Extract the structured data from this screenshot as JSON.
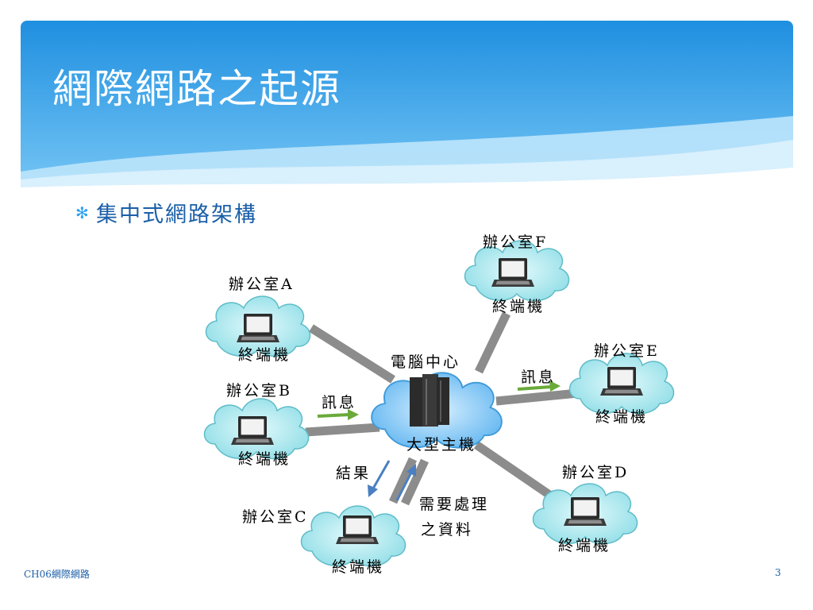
{
  "slide": {
    "title": "網際網路之起源",
    "bullet": "集中式網路架構"
  },
  "diagram": {
    "center": {
      "title": "電腦中心",
      "label": "大型主機"
    },
    "offices": {
      "A": {
        "name": "辦公室A",
        "terminal": "終端機"
      },
      "B": {
        "name": "辦公室B",
        "terminal": "終端機"
      },
      "C": {
        "name": "辦公室C",
        "terminal": "終端機"
      },
      "D": {
        "name": "辦公室D",
        "terminal": "終端機"
      },
      "E": {
        "name": "辦公室E",
        "terminal": "終端機"
      },
      "F": {
        "name": "辦公室F",
        "terminal": "終端機"
      }
    },
    "messages": {
      "msg_b": "訊息",
      "msg_e": "訊息",
      "result": "結果",
      "data_line1": "需要處理",
      "data_line2": "之資料"
    }
  },
  "footer": {
    "chapter": "CH06網際網路",
    "page": "3"
  },
  "colors": {
    "header_blue": "#2a9be6",
    "header_light": "#9fd6f7",
    "cloud_fill": "#9de8ee",
    "center_cloud": "#7cc7f5",
    "connector": "#8c8c8c",
    "arrow_green": "#6aaa3a",
    "arrow_blue": "#4a7fc1",
    "bullet_text": "#1b5fa8"
  }
}
